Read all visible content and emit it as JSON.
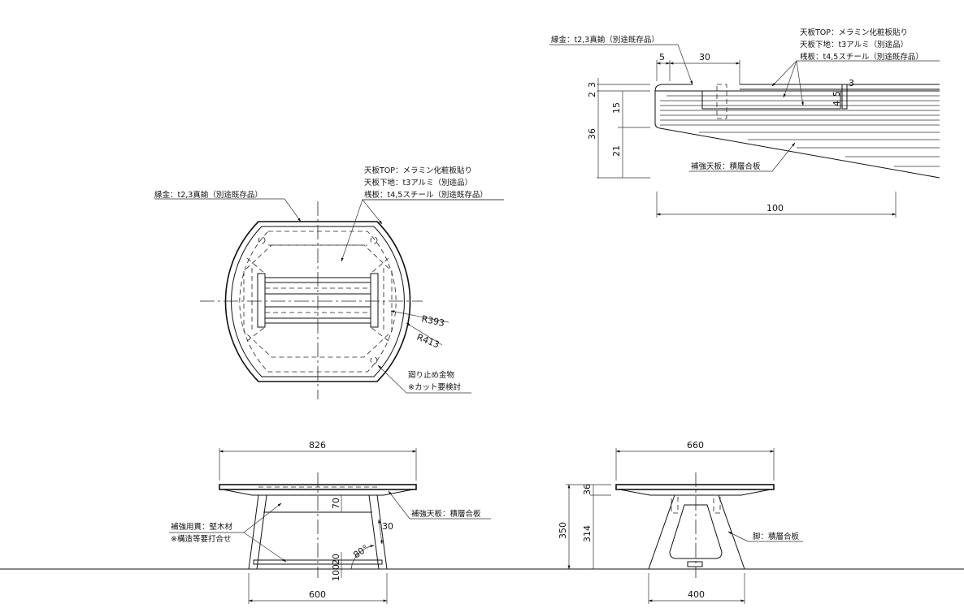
{
  "dimensions": {
    "width_826": "826",
    "bottom_600": "600",
    "height_70": "70",
    "angle_30": "30",
    "offset_20": "20",
    "offset_100": "100",
    "angle_80": "80°",
    "width_660": "660",
    "bottom_400": "400",
    "height_350": "350",
    "height_36": "36",
    "height_314": "314",
    "radius_393": "R393",
    "radius_413": "R413",
    "detail_5": "5",
    "detail_30": "30",
    "detail_2": "2",
    "detail_3": "3",
    "detail_15": "15",
    "detail_36": "36",
    "detail_21": "21",
    "detail_4": "4",
    "detail_5b": "5",
    "detail_3b": "3",
    "detail_100": "100"
  },
  "labels": {
    "edge_trim": "縁金：t2,3真鍮（別途既存品）",
    "top_surface": "天板TOP：メラミン化粧板貼り",
    "top_base": "天板下地：t3アルミ（別途品）",
    "frame_plate": "桟板：t4,5スチール（別途既存品）",
    "rotation_stop_1": "廻り止め金物",
    "rotation_stop_2": "※カット要検討",
    "reinforce_plate": "補強天板：積層合板",
    "reinforce_material_1": "補強用貫：堅木材",
    "reinforce_material_2": "※構造等要打合せ",
    "leg": "脚：積層合板",
    "detail_edge_trim": "縁金：t2,3真鍮（別途既存品）",
    "detail_top_surface": "天板TOP：メラミン化粧板貼り",
    "detail_top_base": "天板下地：t3アルミ（別途品）",
    "detail_frame_plate": "桟板：t4,5スチール（別途既存品）",
    "detail_reinforce_plate": "補強天板：積層合板"
  }
}
